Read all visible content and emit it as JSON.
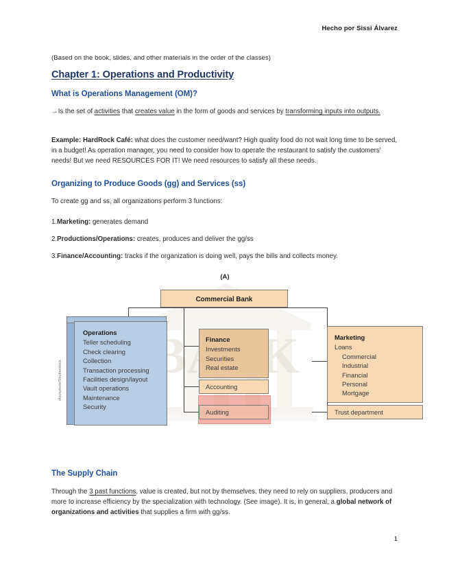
{
  "document": {
    "header_note": "Hecho por Sissi Álvarez",
    "intro_note": "(Based on the book, slides, and other materials in the order of the classes)",
    "chapter_title": "Chapter 1: Operations and Productivity",
    "page_number": "1"
  },
  "sections": {
    "om": {
      "heading": "What is Operations Management (OM)?",
      "definition_arrow": "→",
      "definition_p1": "Is the set of ",
      "definition_u1": "activities",
      "definition_p2": " that ",
      "definition_u2": "creates value",
      "definition_p3": " in the form of goods and services by ",
      "definition_u3": "transforming inputs into outputs.",
      "example_label": "Example: HardRock Café:",
      "example_body": " what does the customer need/want? High quality food do not wait long time to be served, in a budget! As operation manager, you need to consider how to operate the restaurant to satisfy the customers' needs! But we need RESOURCES FOR IT! We need resources to satisfy all these needs."
    },
    "organizing": {
      "heading": "Organizing to Produce Goods (gg) and Services (ss)",
      "intro": "To create gg and ss, all organizations perform 3 functions:",
      "functions": [
        {
          "number": "1.",
          "name": "Marketing:",
          "desc": " generates demand"
        },
        {
          "number": "2.",
          "name": "Productions/Operations:",
          "desc": " creates, produces and deliver the gg/ss"
        },
        {
          "number": "3.",
          "name": "Finance/Accounting:",
          "desc": " tracks if the organization is doing well, pays the bills and collects money."
        }
      ]
    },
    "supply_chain": {
      "heading": "The Supply Chain",
      "p1": "Through the ",
      "u1": "3 past functions",
      "p2": ", value is created, but not by themselves, they need to rely on suppliers, producers and more to increase efficiency by the specialization with technology. (See image). It is, in general, a ",
      "b1": "global network of organizations and activities",
      "p3": " that supplies a firm with gg/ss."
    }
  },
  "figure": {
    "label": "(A)",
    "credit": "stockphoto/Shutterstock",
    "watermark_text": "BANK",
    "top_box": "Commercial Bank",
    "operations": {
      "title": "Operations",
      "items": [
        "Teller scheduling",
        "Check clearing",
        "Collection",
        "Transaction processing",
        "Facilities design/layout",
        "Vault operations",
        "Maintenance",
        "Security"
      ]
    },
    "finance": {
      "title": "Finance",
      "items": [
        "Investments",
        "Securities",
        "Real estate"
      ]
    },
    "accounting": "Accounting",
    "auditing": "Auditing",
    "marketing": {
      "title": "Marketing",
      "group": "Loans",
      "items": [
        "Commercial",
        "Industrial",
        "Financial",
        "Personal",
        "Mortgage"
      ]
    },
    "trust_department": "Trust department",
    "colors": {
      "orange": "#f7d9b4",
      "orange_dark": "#e8c59a",
      "blue": "#b6cde4",
      "blue_side": "#95b3d1",
      "highlight_red": "#e25646",
      "heading_blue": "#1f4e99",
      "chapter_blue": "#1f3864"
    }
  }
}
